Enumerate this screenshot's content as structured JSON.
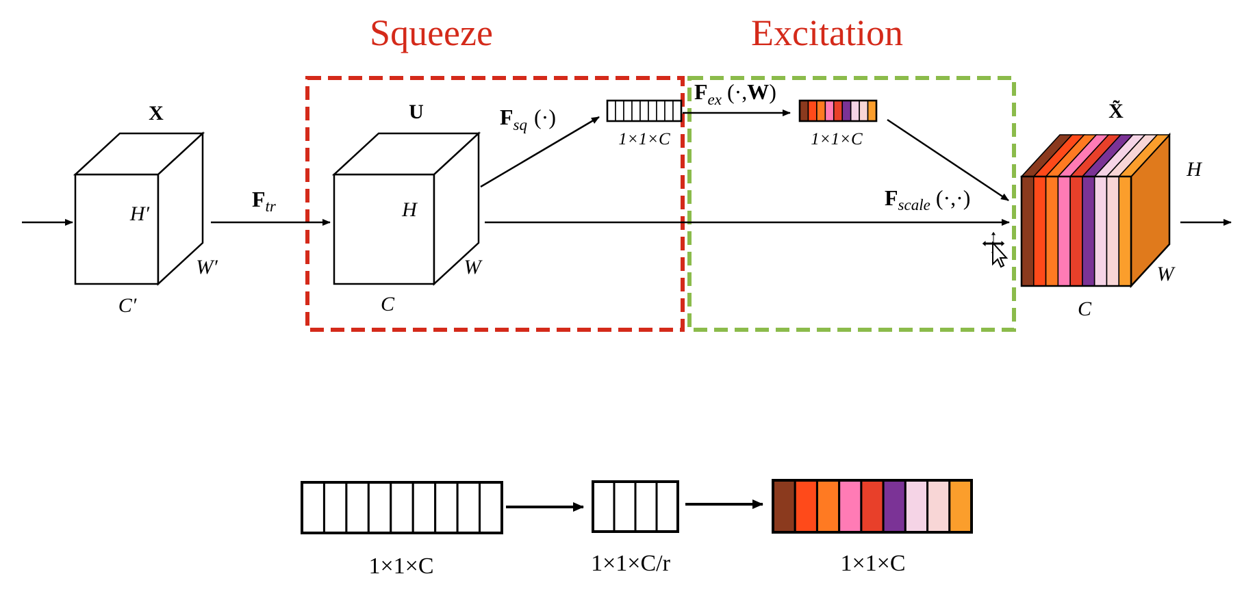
{
  "sections": {
    "squeeze": {
      "label": "Squeeze",
      "color": "#d42a1a"
    },
    "excitation": {
      "label": "Excitation",
      "color": "#8bbb4b"
    }
  },
  "tensors": {
    "x_input": {
      "name": "X",
      "h": "H′",
      "w": "W′",
      "c": "C′"
    },
    "u": {
      "name": "U",
      "h": "H",
      "w": "W",
      "c": "C"
    },
    "x_output": {
      "name": "X̃",
      "h": "H",
      "w": "W",
      "c": "C"
    }
  },
  "operators": {
    "f_tr": {
      "main": "F",
      "sub": "tr"
    },
    "f_sq": {
      "main": "F",
      "sub": "sq",
      "args": "(·)"
    },
    "f_ex": {
      "main": "F",
      "sub": "ex",
      "args_open": "(·,",
      "args_bold": "W",
      "args_close": ")"
    },
    "f_scale": {
      "main": "F",
      "sub": "scale",
      "args": "(·,·)"
    }
  },
  "vectors": {
    "squeezed": {
      "label": "1×1×C",
      "cells": 9
    },
    "excited": {
      "label": "1×1×C"
    }
  },
  "bottom_pipeline": {
    "input": {
      "label": "1×1×C",
      "cells": 9
    },
    "reduced": {
      "label": "1×1×C/r",
      "cells": 4
    },
    "output": {
      "label": "1×1×C"
    }
  },
  "channel_colors": [
    "#8b3a1e",
    "#ff4a1a",
    "#ff7a22",
    "#ff7bb5",
    "#e8402a",
    "#7b3396",
    "#f5d4e6",
    "#f8d6d6",
    "#fb9e2c"
  ],
  "output_side_color": "#e07a1c"
}
